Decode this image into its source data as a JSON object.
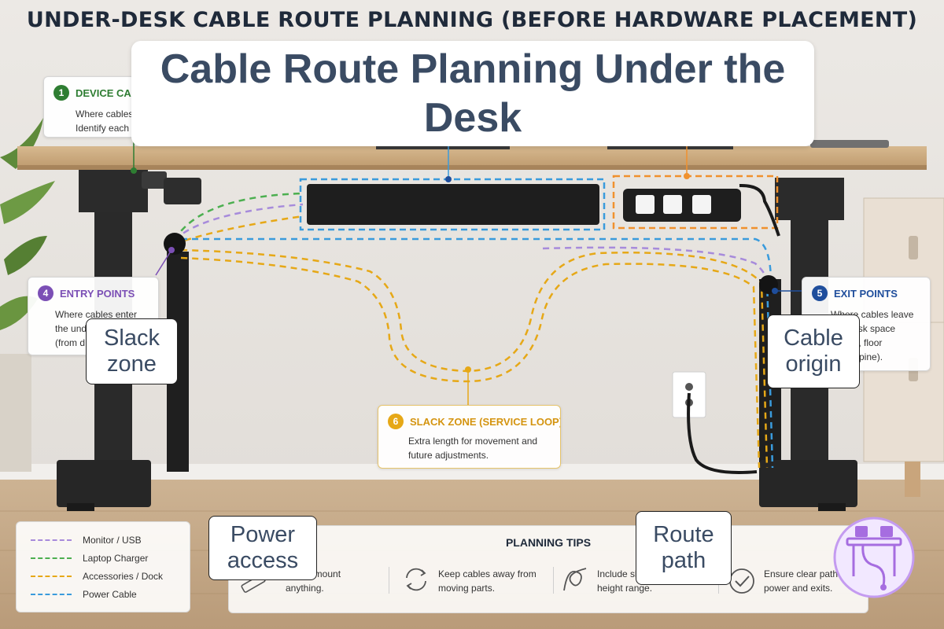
{
  "header": {
    "top_title": "UNDER-DESK CABLE ROUTE PLANNING (BEFORE HARDWARE PLACEMENT)",
    "overlay_title": "Cable Route Planning Under the Desk"
  },
  "cards": {
    "device": {
      "number": "1",
      "title": "DEVICE CAB",
      "lines": [
        "Where cables",
        "Identify each"
      ]
    },
    "entry": {
      "number": "4",
      "title": "ENTRY POINTS",
      "lines": [
        "Where cables enter",
        "the und",
        "(from d"
      ]
    },
    "exit": {
      "number": "5",
      "title": "EXIT POINTS",
      "lines": [
        "Where cables leave",
        "der-desk space",
        "l outlet, floor",
        "el, or spine)."
      ]
    },
    "slack": {
      "number": "6",
      "title": "SLACK ZONE (SERVICE LOOP)",
      "lines": [
        "Extra length for movement and",
        "future adjustments."
      ]
    }
  },
  "labels": {
    "slack_zone": "Slack zone",
    "cable_origin": "Cable origin",
    "power_access": "Power access",
    "route_path": "Route path"
  },
  "legend": [
    {
      "label": "Monitor / USB",
      "color": "#a78bdb"
    },
    {
      "label": "Laptop Charger",
      "color": "#4caf50"
    },
    {
      "label": "Accessories / Dock",
      "color": "#e6a817"
    },
    {
      "label": "Power Cable",
      "color": "#3a9bdc"
    }
  ],
  "tips": {
    "title": "PLANNING TIPS",
    "items": [
      {
        "icon": "ruler-icon",
        "lines": [
          "re you mount",
          "anything."
        ]
      },
      {
        "icon": "rotate-arrows-icon",
        "lines": [
          "Keep cables away from",
          "moving parts."
        ]
      },
      {
        "icon": "cable-loop-icon",
        "lines": [
          "Include sl",
          "height range."
        ]
      },
      {
        "icon": "check-circle-icon",
        "lines": [
          "Ensure clear path to",
          "power and exits."
        ]
      }
    ]
  },
  "colors": {
    "device": "#2e7d32",
    "entry": "#7b4fb5",
    "exit": "#1f4e9c",
    "slack": "#e6a817",
    "tray_outline": "#3a9bdc",
    "power_outline": "#f0912e",
    "title_text": "#3a4b63"
  }
}
